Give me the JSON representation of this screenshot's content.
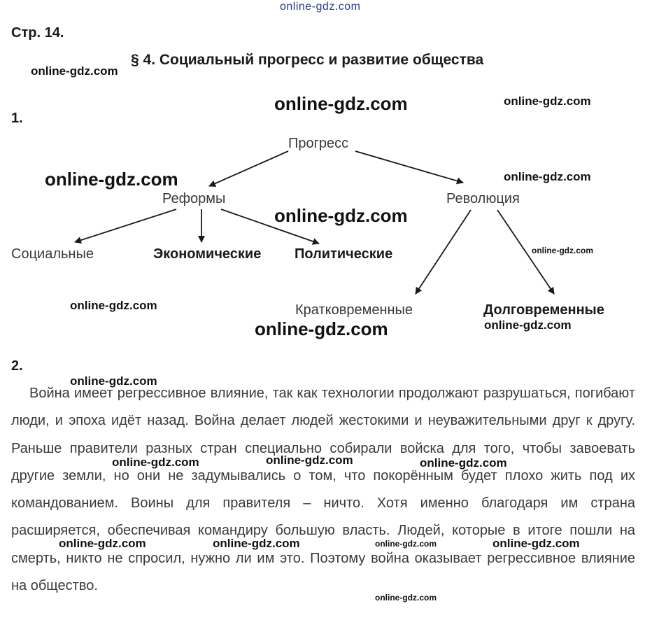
{
  "page": {
    "label": "Стр. 14.",
    "heading": "§ 4. Социальный прогресс и развитие общества"
  },
  "task1": {
    "number": "1.",
    "diagram": {
      "root": "Прогресс",
      "reforms": "Реформы",
      "revolution": "Революция",
      "social": "Социальные",
      "economic": "Экономические",
      "political": "Политические",
      "short_term": "Кратковременные",
      "long_term": "Долговременные"
    }
  },
  "task2": {
    "number": "2.",
    "text": "Война имеет регрессивное влияние, так как технологии продолжают разрушаться, погибают люди, и эпоха идёт назад. Война делает людей жестокими и неуважительными друг к другу. Раньше правители разных стран специально собирали войска для того, чтобы завоевать другие земли, но они не задумывались о том, что покорённым будет плохо жить под их командованием. Воины для правителя – ничто. Хотя именно благодаря им страна расширяется, обеспечивая командиру большую власть. Людей, которые в итоге пошли на смерть, никто не спросил, нужно ли им это. Поэтому война оказывает регрессивное влияние на общество."
  },
  "watermark": "online-gdz.com"
}
